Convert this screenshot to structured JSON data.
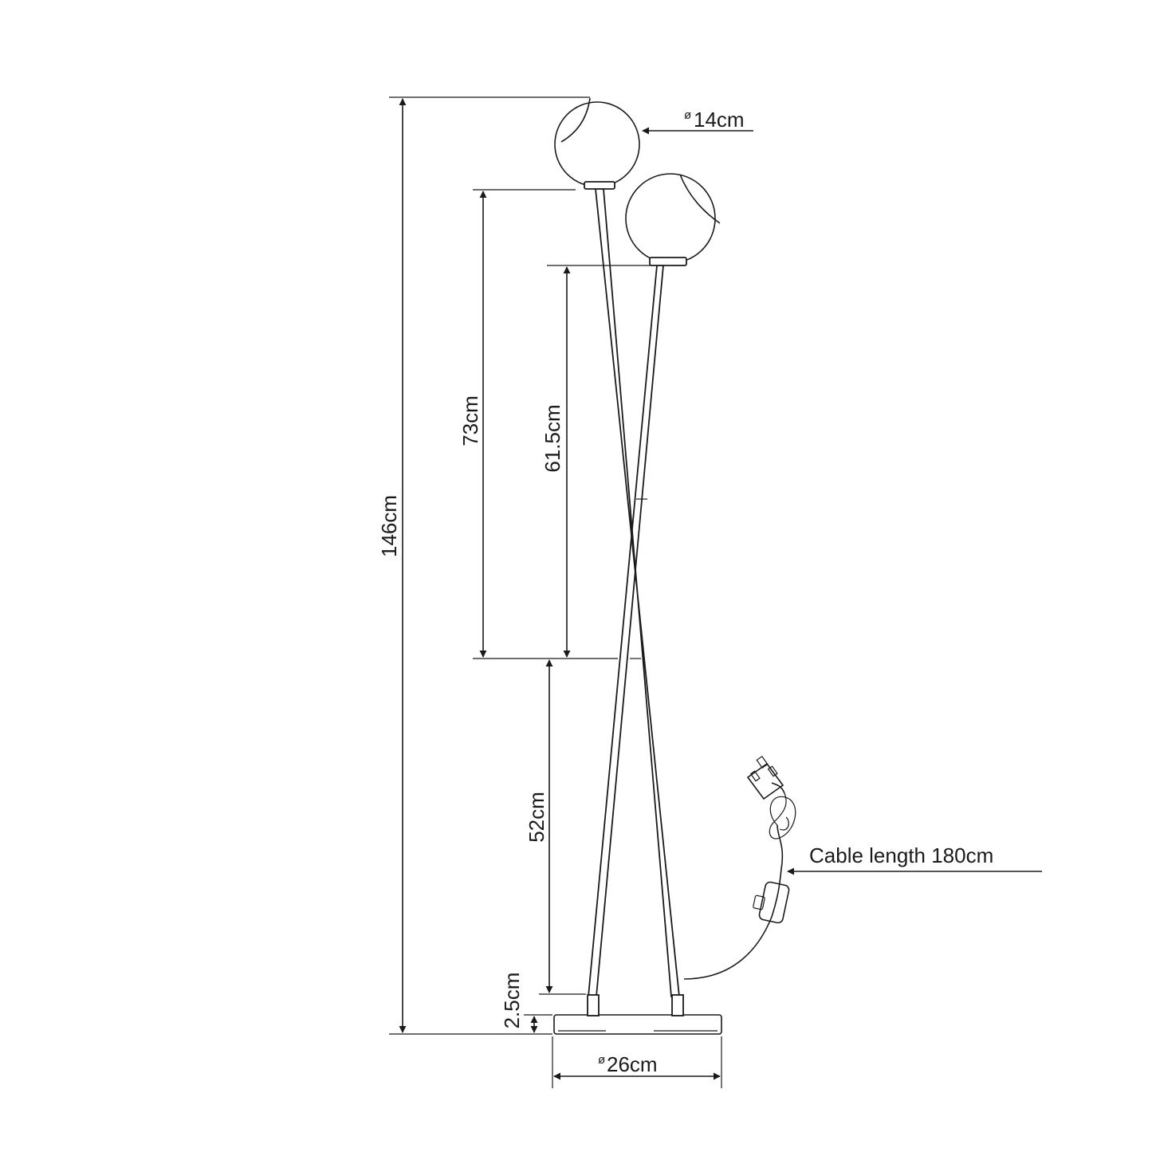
{
  "dimensions": {
    "total_height": "146cm",
    "upper_arm_top": "73cm",
    "upper_arm_second": "61.5cm",
    "lower_section": "52cm",
    "base_height": "2.5cm",
    "base_diameter": "26cm",
    "shade_diameter": "14cm",
    "diameter_symbol": "ø",
    "cable_length": "Cable length 180cm"
  },
  "icons": {
    "plug": "uk-plug-icon",
    "switch": "inline-switch-icon",
    "shade": "globe-shade-icon"
  },
  "colors": {
    "line": "#1a1a1a",
    "background": "#ffffff"
  }
}
